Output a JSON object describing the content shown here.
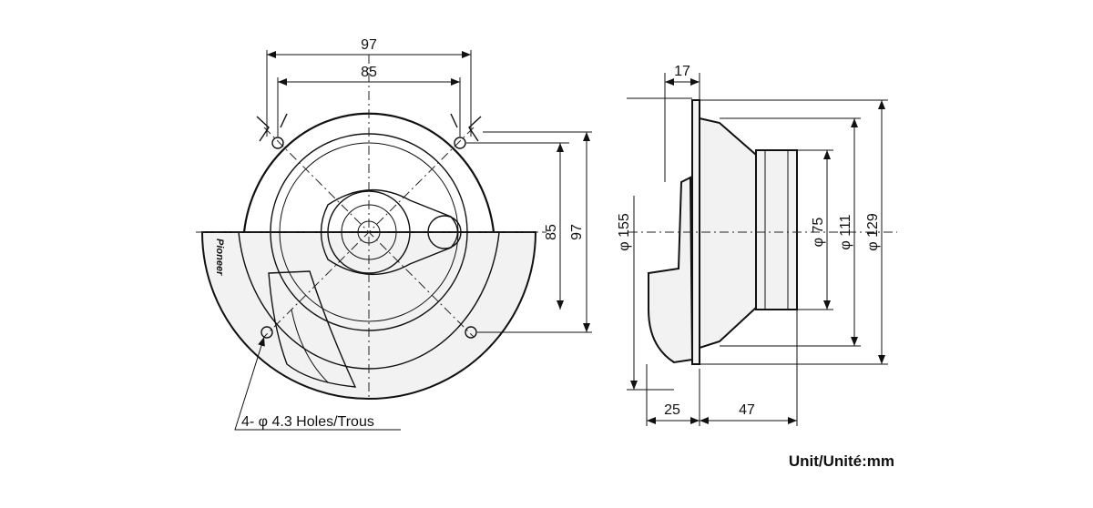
{
  "front_view": {
    "dim_outer_width": "97",
    "dim_inner_width": "85",
    "dim_inner_height": "85",
    "dim_outer_height": "97",
    "holes_label": "4- φ 4.3 Holes/Trous",
    "logo_text": "Pioneer"
  },
  "side_view": {
    "dim_flange": "17",
    "dim_diameter_155": "φ 155",
    "dim_diameter_75": "φ 75",
    "dim_diameter_111": "φ 111",
    "dim_diameter_129": "φ 129",
    "dim_front_depth": "25",
    "dim_rear_depth": "47"
  },
  "unit_label": "Unit/Unité:mm"
}
